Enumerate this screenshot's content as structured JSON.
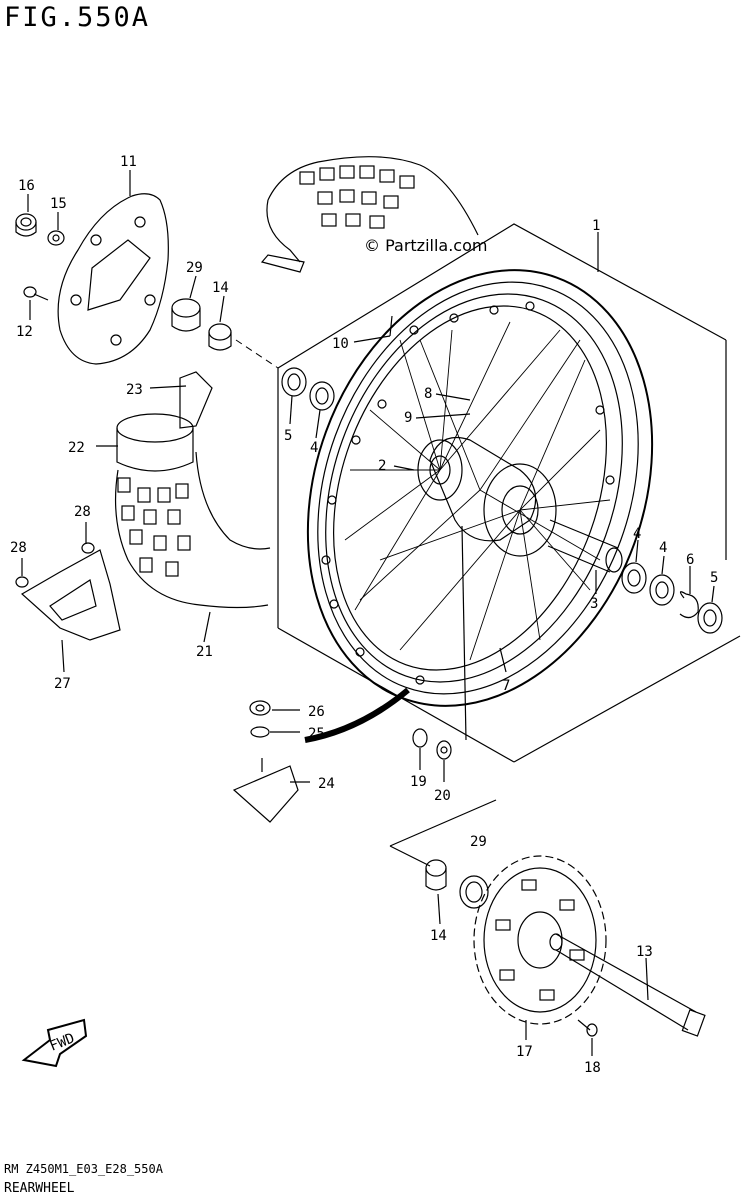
{
  "figure": {
    "title": "FIG.550A",
    "footer_code": "RM Z450M1_E03_E28_550A",
    "footer_title": "REARWHEEL",
    "copyright": "© Partzilla.com",
    "fwd_label": "FWD"
  },
  "callouts": [
    {
      "id": "c1",
      "text": "1"
    },
    {
      "id": "c2",
      "text": "2"
    },
    {
      "id": "c3",
      "text": "3"
    },
    {
      "id": "c4a",
      "text": "4"
    },
    {
      "id": "c4b",
      "text": "4"
    },
    {
      "id": "c4c",
      "text": "4"
    },
    {
      "id": "c5a",
      "text": "5"
    },
    {
      "id": "c5b",
      "text": "5"
    },
    {
      "id": "c6",
      "text": "6"
    },
    {
      "id": "c7",
      "text": "7"
    },
    {
      "id": "c8",
      "text": "8"
    },
    {
      "id": "c9",
      "text": "9"
    },
    {
      "id": "c10",
      "text": "10"
    },
    {
      "id": "c11",
      "text": "11"
    },
    {
      "id": "c12",
      "text": "12"
    },
    {
      "id": "c13",
      "text": "13"
    },
    {
      "id": "c14a",
      "text": "14"
    },
    {
      "id": "c14b",
      "text": "14"
    },
    {
      "id": "c15",
      "text": "15"
    },
    {
      "id": "c16",
      "text": "16"
    },
    {
      "id": "c17",
      "text": "17"
    },
    {
      "id": "c18",
      "text": "18"
    },
    {
      "id": "c19",
      "text": "19"
    },
    {
      "id": "c20",
      "text": "20"
    },
    {
      "id": "c21",
      "text": "21"
    },
    {
      "id": "c22",
      "text": "22"
    },
    {
      "id": "c23",
      "text": "23"
    },
    {
      "id": "c24",
      "text": "24"
    },
    {
      "id": "c25",
      "text": "25"
    },
    {
      "id": "c26",
      "text": "26"
    },
    {
      "id": "c27",
      "text": "27"
    },
    {
      "id": "c28a",
      "text": "28"
    },
    {
      "id": "c28b",
      "text": "28"
    },
    {
      "id": "c29a",
      "text": "29"
    },
    {
      "id": "c29b",
      "text": "29"
    }
  ]
}
